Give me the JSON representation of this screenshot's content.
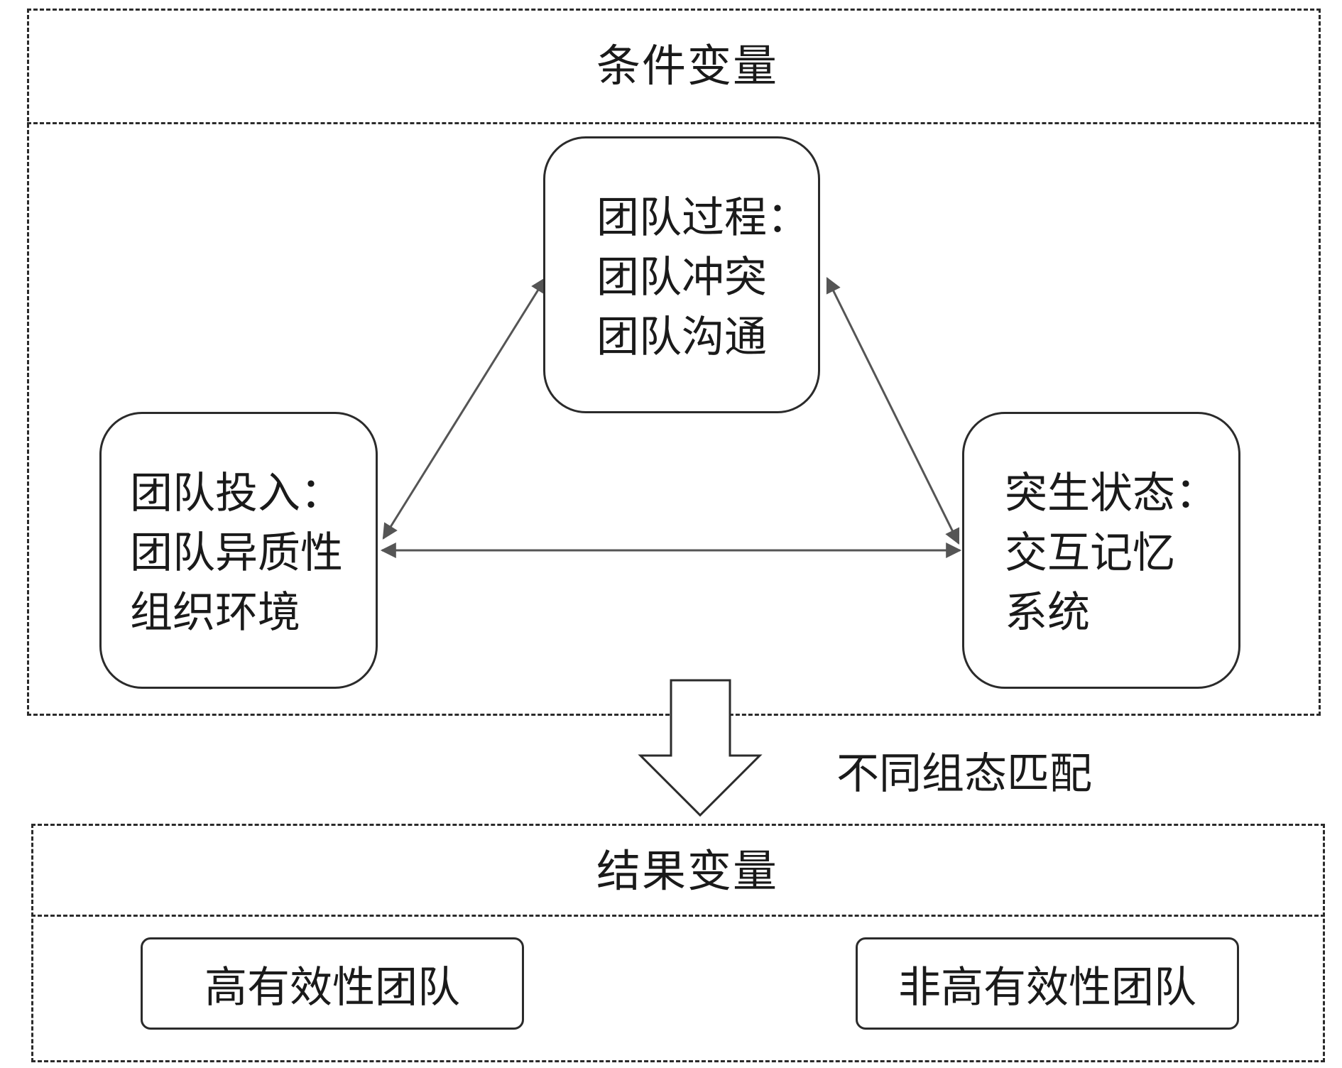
{
  "condition_section": {
    "title": "条件变量"
  },
  "nodes": {
    "process": {
      "lines": [
        "团队过程：",
        "团队冲突",
        "团队沟通"
      ]
    },
    "input": {
      "lines": [
        "团队投入：",
        "团队异质性",
        "组织环境"
      ]
    },
    "emergent": {
      "lines": [
        "突生状态：",
        "交互记忆",
        "系统"
      ]
    }
  },
  "transition_label": "不同组态匹配",
  "outcome_section": {
    "title": "结果变量",
    "outcomes": [
      "高有效性团队",
      "非高有效性团队"
    ]
  }
}
